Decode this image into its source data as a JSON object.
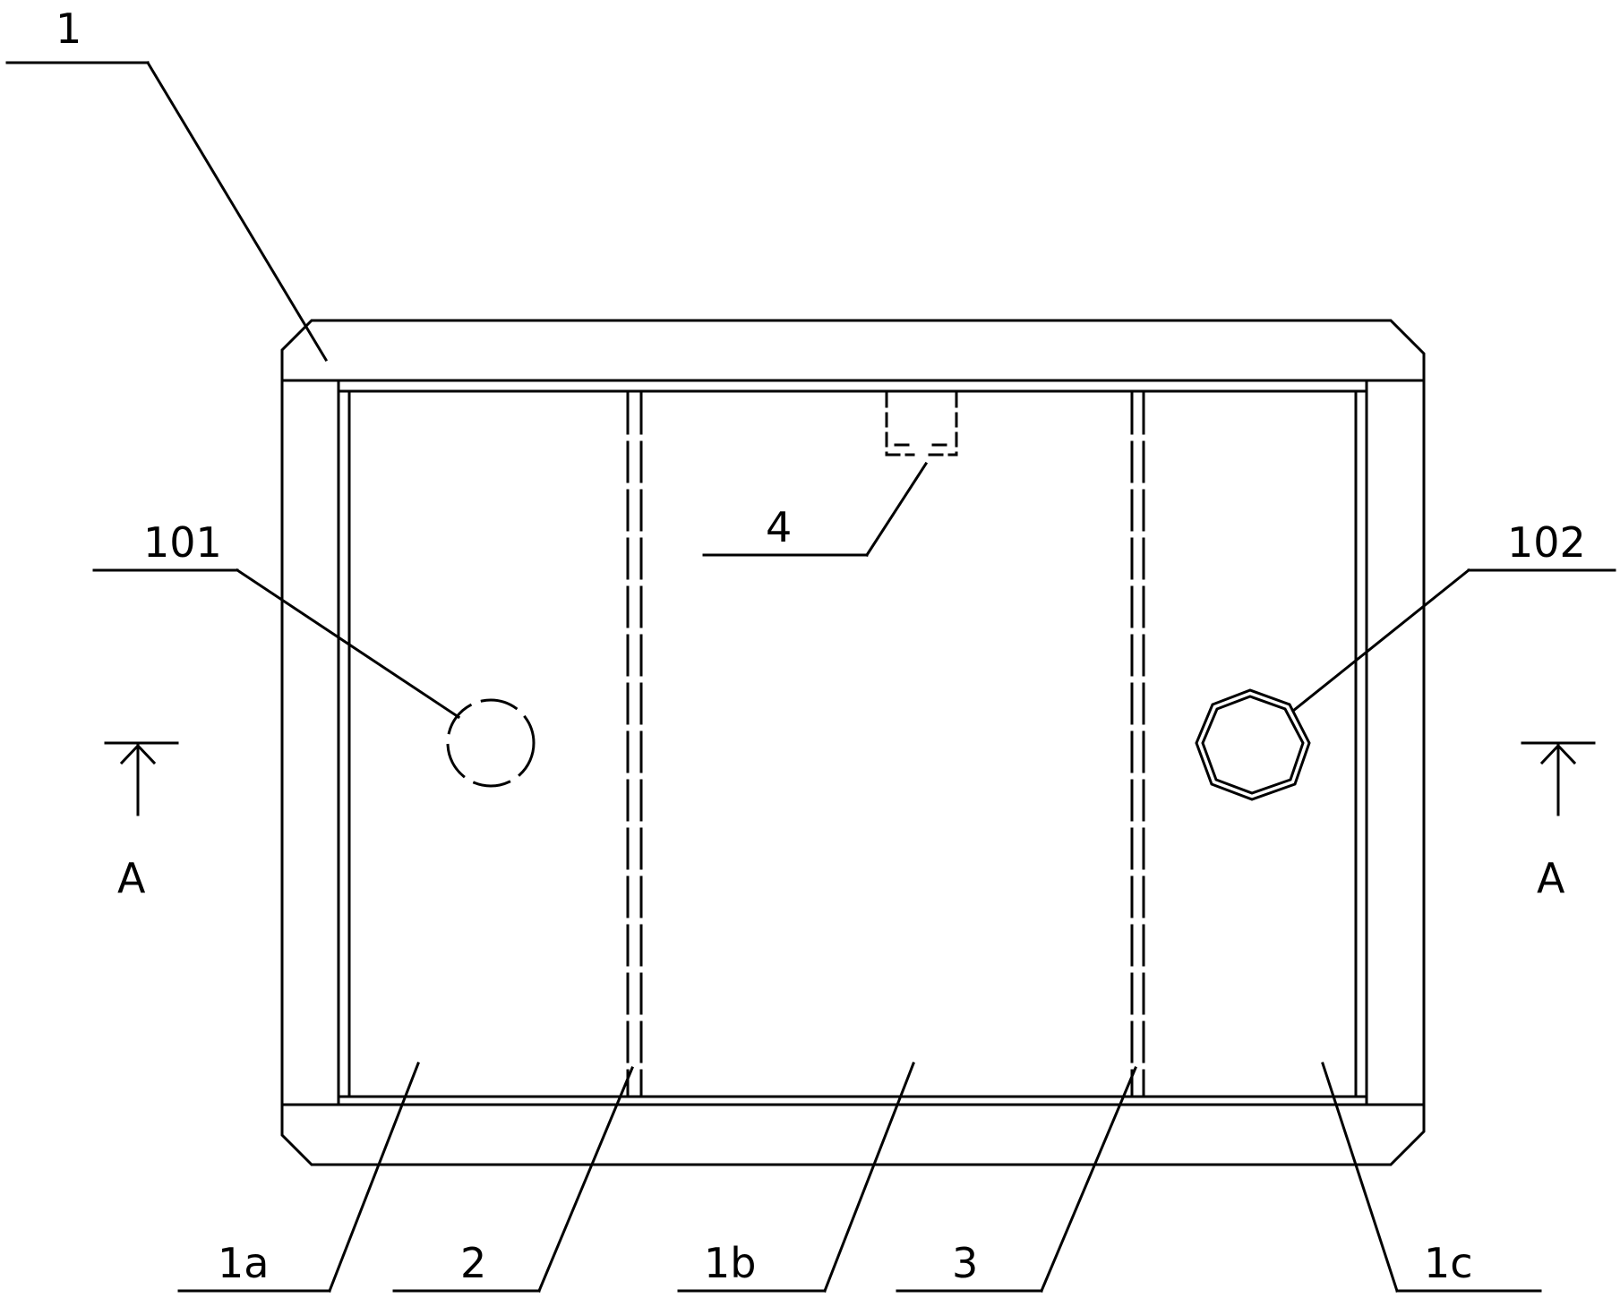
{
  "labels": {
    "part_1": "1",
    "chamber_1a": "1a",
    "chamber_1b": "1b",
    "chamber_1c": "1c",
    "partition_2": "2",
    "partition_3": "3",
    "part_4": "4",
    "port_101": "101",
    "port_102": "102",
    "section_left": "A",
    "section_right": "A"
  },
  "colors": {
    "line": "#000000",
    "background": "#ffffff"
  }
}
